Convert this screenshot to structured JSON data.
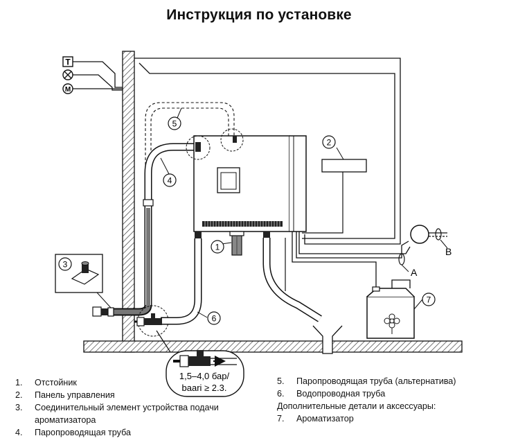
{
  "title": "Инструкция по установке",
  "diagram": {
    "symbol_t": "T",
    "symbol_m": "M",
    "callouts": [
      "1",
      "2",
      "3",
      "4",
      "5",
      "6",
      "7"
    ],
    "label_a": "A",
    "label_b": "B",
    "pressure_line1": "1,5–4,0 бар/",
    "pressure_line2": "baari ≥ 2.3."
  },
  "legend_left": [
    {
      "num": "1.",
      "text": "Отстойник"
    },
    {
      "num": "2.",
      "text": "Панель управления"
    },
    {
      "num": "3.",
      "text": "Соединительный элемент устройства подачи",
      "cont": "ароматизатора"
    },
    {
      "num": "4.",
      "text": "Паропроводящая труба"
    }
  ],
  "legend_right": {
    "item5": {
      "num": "5.",
      "text": "Паропроводящая труба (альтернатива)"
    },
    "item6": {
      "num": "6.",
      "text": "Водопроводная труба"
    },
    "extra_heading": "Дополнительные детали и аксессуары:",
    "item7": {
      "num": "7.",
      "text": "Ароматизатор"
    }
  }
}
